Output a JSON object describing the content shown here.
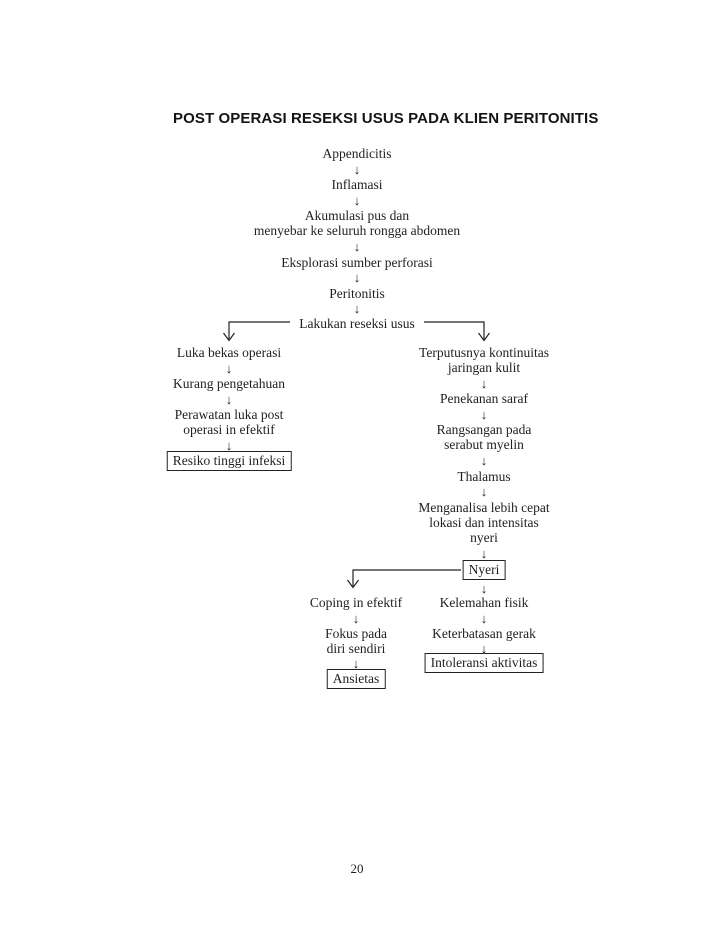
{
  "document": {
    "title": "POST OPERASI RESEKSI USUS PADA KLIEN PERITONITIS",
    "page_number": "20"
  },
  "glyphs": {
    "down_arrow": "↓"
  },
  "colors": {
    "text": "#1f1f1f",
    "background": "#ffffff",
    "box_border": "#222222"
  },
  "flowchart": {
    "central_chain": {
      "appendicitis": "Appendicitis",
      "inflamasi": "Inflamasi",
      "akumulasi_line1": "Akumulasi pus dan",
      "akumulasi_line2": "menyebar ke seluruh rongga abdomen",
      "eksplorasi": "Eksplorasi sumber perforasi",
      "peritonitis": "Peritonitis",
      "lakukan_reseksi": "Lakukan reseksi usus"
    },
    "left_branch": {
      "luka_bekas": "Luka bekas operasi",
      "kurang_pengetahuan": "Kurang pengetahuan",
      "perawatan_line1": "Perawatan luka post",
      "perawatan_line2": "operasi in efektif",
      "resiko_tinggi_infeksi": "Resiko tinggi infeksi"
    },
    "right_branch": {
      "terputusnya_line1": "Terputusnya kontinuitas",
      "terputusnya_line2": "jaringan kulit",
      "penekanan_saraf": "Penekanan saraf",
      "rangsangan_line1": "Rangsangan pada",
      "rangsangan_line2": "serabut myelin",
      "thalamus": "Thalamus",
      "menganalisa_line1": "Menganalisa lebih cepat",
      "menganalisa_line2": "lokasi dan intensitas",
      "menganalisa_line3": "nyeri",
      "nyeri": "Nyeri",
      "kelemahan_fisik": "Kelemahan fisik",
      "keterbatasan_gerak": "Keterbatasan gerak",
      "intoleransi_aktivitas": "Intoleransi aktivitas"
    },
    "coping_branch": {
      "coping": "Coping in efektif",
      "fokus_line1": "Fokus pada",
      "fokus_line2": "diri sendiri",
      "ansietas": "Ansietas"
    }
  }
}
